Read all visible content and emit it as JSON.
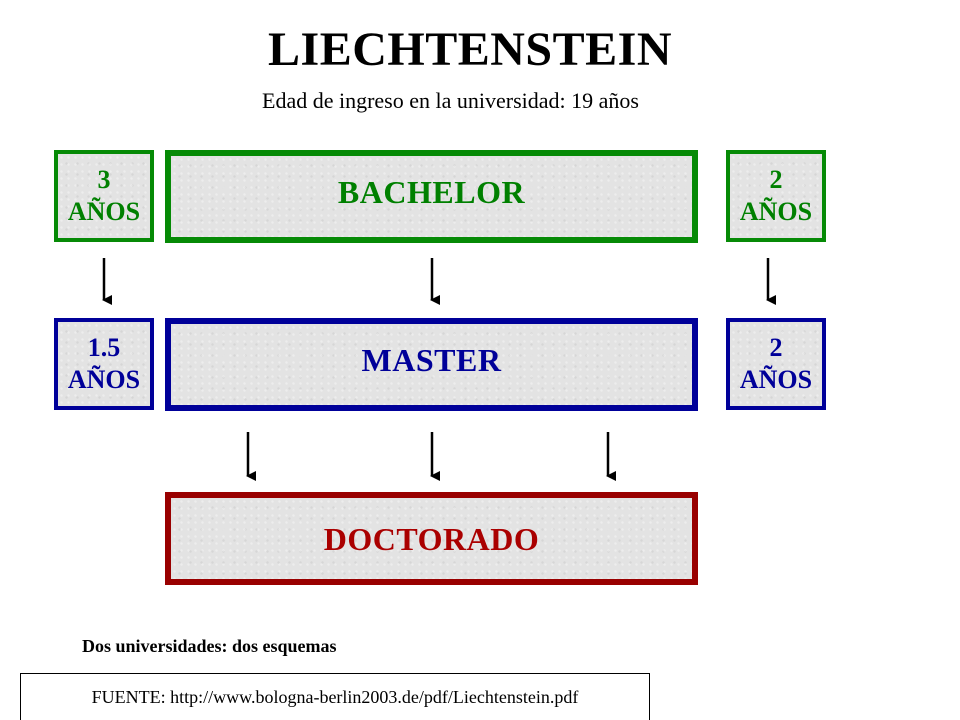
{
  "title": "LIECHTENSTEIN",
  "subtitle": "Edad de ingreso en la universidad: 19 años",
  "bachelor": {
    "label": "BACHELOR",
    "left_number": "3",
    "left_unit": "AÑOS",
    "right_number": "2",
    "right_unit": "AÑOS"
  },
  "master": {
    "label": "MASTER",
    "left_number": "1.5",
    "left_unit": "AÑOS",
    "right_number": "2",
    "right_unit": "AÑOS"
  },
  "doctorado": {
    "label": "DOCTORADO"
  },
  "note": "Dos universidades: dos esquemas",
  "source": "FUENTE: http://www.bologna-berlin2003.de/pdf/Liechtenstein.pdf",
  "colors": {
    "bachelor": "#068a06",
    "master": "#000099",
    "doctorado": "#990000",
    "box_fill": "#e3e3e3"
  }
}
